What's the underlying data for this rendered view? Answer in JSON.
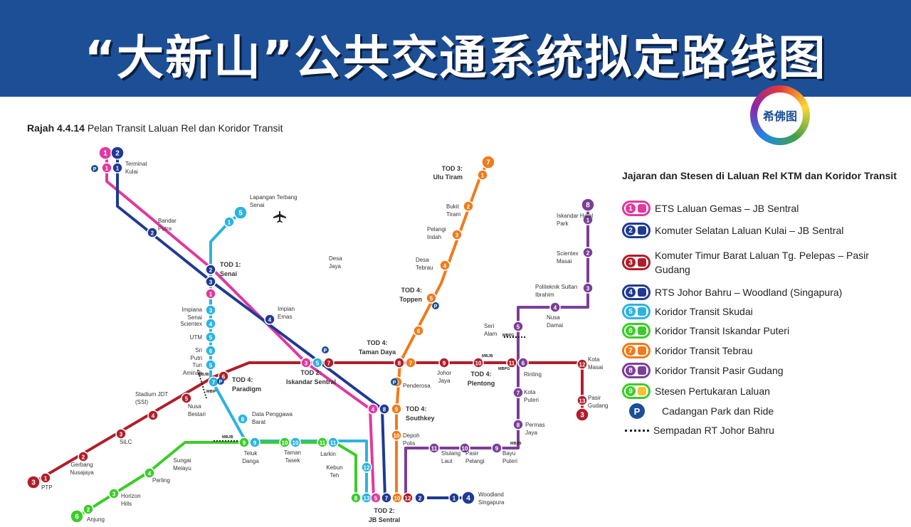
{
  "banner": {
    "title": "“大新山”公共交通系统拟定路线图",
    "watermark": "希佛图"
  },
  "caption": {
    "prefix": "Rajah 4.4.14",
    "text": "Pelan Transit Laluan Rel dan Koridor Transit"
  },
  "colors": {
    "l1": "#e0399f",
    "l2": "#1f3a93",
    "l3": "#b01e2a",
    "l4": "#1f3a93",
    "l5": "#2bb3e0",
    "l6": "#3ccc2a",
    "l7": "#f07a1c",
    "l8": "#7a3f98",
    "banner": "#1d4f96"
  },
  "legend": {
    "title": "Jajaran dan Stesen di Laluan Rel KTM dan Koridor Transit",
    "items": [
      {
        "num": "1",
        "color": "#e0399f",
        "label": "ETS Laluan Gemas – JB Sentral"
      },
      {
        "num": "2",
        "color": "#1f3a93",
        "label": "Komuter Selatan Laluan Kulai – JB Sentral"
      },
      {
        "num": "3",
        "color": "#b01e2a",
        "label": "Komuter Timur Barat Laluan Tg. Pelepas – Pasir Gudang"
      },
      {
        "num": "4",
        "color": "#1f3a93",
        "label": "RTS Johor Bahru – Woodland (Singapura)"
      },
      {
        "num": "5",
        "color": "#2bb3e0",
        "label": "Koridor Transit Skudai"
      },
      {
        "num": "6",
        "color": "#3ccc2a",
        "label": "Koridor Transit Iskandar Puteri"
      },
      {
        "num": "7",
        "color": "#f07a1c",
        "label": "Koridor Transit Tebrau"
      },
      {
        "num": "8",
        "color": "#7a3f98",
        "label": "Koridor Transit Pasir Gudang"
      },
      {
        "num": "9",
        "color": "#3ccc2a",
        "label": "Stesen Pertukaran Laluan"
      },
      {
        "num": "P",
        "color": "#1d4f96",
        "label": "Cadangan Park dan Ride"
      },
      {
        "num": "",
        "color": "#222222",
        "label": "Sempadan RT Johor Bahru"
      }
    ]
  },
  "map": {
    "line_badges": [
      "1",
      "2",
      "3",
      "4",
      "5",
      "6",
      "7",
      "8"
    ],
    "tod_labels": [
      "TOD 1:",
      "Senai",
      "TOD 2:",
      "Iskandar Sentral",
      "TOD 2:",
      "JB Sentral",
      "TOD 3:",
      "Ulu Tiram",
      "TOD 4:",
      "Toppen",
      "TOD 4:",
      "Taman Daya",
      "TOD 4:",
      "Paradigm",
      "TOD 4:",
      "Southkey",
      "TOD 4:",
      "Plentong"
    ],
    "stations": [
      "Terminal Kulai",
      "Bandar Putra",
      "Lapangan Terbang Senai",
      "Impiana Senai",
      "Scientex",
      "UTM",
      "Sri Putri",
      "Tun Aminah",
      "Impian Emas",
      "Stadium JDT (SSI)",
      "Nusa Bestari",
      "SiLC",
      "Gerbang Nusajaya",
      "PTP",
      "Data Penggawa Barat",
      "Sungai Melayu",
      "Perling",
      "Horizon Hills",
      "Anjung",
      "Teluk Danga",
      "Taman Tasek",
      "Larkin",
      "Kebun Teh",
      "Woodland Singapura",
      "Bukit Tiram",
      "Pelangi Indah",
      "Desa Tebrau",
      "Desa Jaya",
      "Penderosa",
      "Johor Jaya",
      "Depoh Polis",
      "Stulang Laut",
      "Pasir Pelangi",
      "Bayu Puteri",
      "Iskandar Halal Park",
      "Scientex Masai",
      "Politeknik Sultan Ibrahim",
      "Nusa Damai",
      "Seri Alam",
      "Rinting",
      "Kota Puteri",
      "Permas Jaya",
      "Kota Masai",
      "Pasir Gudang"
    ],
    "border_codes": [
      "MBJB",
      "MBIP",
      "MBPG"
    ],
    "park_ride": "P"
  }
}
